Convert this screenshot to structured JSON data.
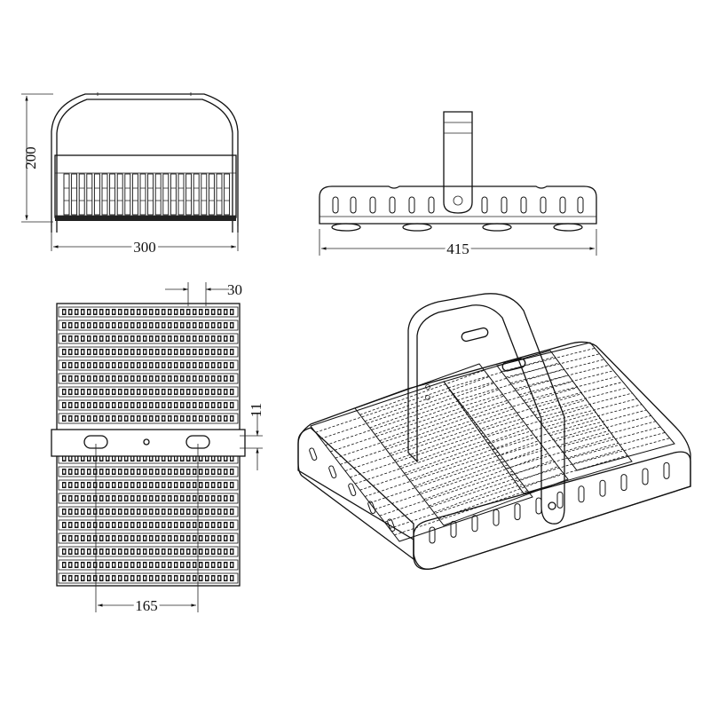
{
  "dimensions": {
    "front_height": "200",
    "front_width": "300",
    "side_width": "415",
    "slot_width": "30",
    "bracket_gap": "11",
    "slot_spacing": "165"
  },
  "colors": {
    "line": "#111111",
    "background": "#ffffff"
  },
  "views": [
    "front-view",
    "side-view",
    "top-view",
    "isometric-view"
  ]
}
